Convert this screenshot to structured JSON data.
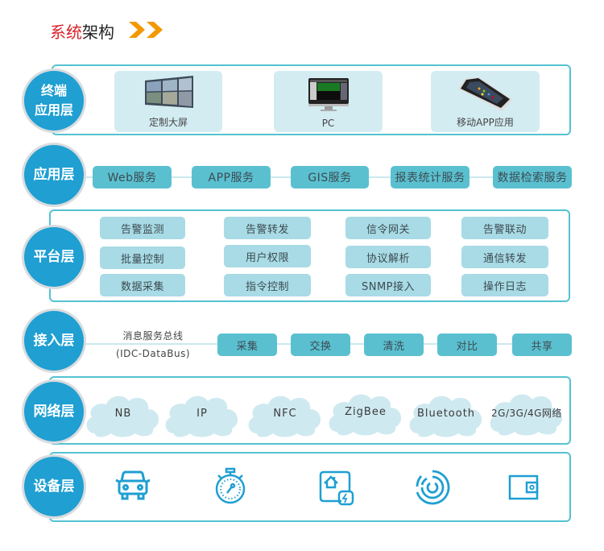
{
  "header": {
    "title_red": "系统",
    "title_black": "架构",
    "chevron_color": "#f39800"
  },
  "colors": {
    "accent": "#1f9fd2",
    "panel_border": "#55c2d1",
    "pill": "#5ac0d0",
    "pill_light": "#a8dbe5",
    "card_bg": "#d3ecf2",
    "title_red": "#d7232a"
  },
  "layers": {
    "terminal": {
      "label_line1": "终端",
      "label_line2": "应用层",
      "devices": [
        {
          "label": "定制大屏",
          "icon": "video-wall-icon"
        },
        {
          "label": "PC",
          "icon": "pc-monitor-icon"
        },
        {
          "label": "移动APP应用",
          "icon": "smartphone-icon"
        }
      ]
    },
    "application": {
      "label": "应用层",
      "services": [
        "Web服务",
        "APP服务",
        "GIS服务",
        "报表统计服务",
        "数据检索服务"
      ]
    },
    "platform": {
      "label": "平台层",
      "columns": [
        [
          "告警监测",
          "批量控制",
          "数据采集"
        ],
        [
          "告警转发",
          "用户权限",
          "指令控制"
        ],
        [
          "信令网关",
          "协议解析",
          "SNMP接入"
        ],
        [
          "告警联动",
          "通信转发",
          "操作日志"
        ]
      ]
    },
    "access": {
      "label": "接入层",
      "bus_line1": "消息服务总线",
      "bus_line2": "(IDC-DataBus)",
      "steps": [
        "采集",
        "交换",
        "清洗",
        "对比",
        "共享"
      ]
    },
    "network": {
      "label": "网络层",
      "protocols": [
        "NB",
        "IP",
        "NFC",
        "ZigBee",
        "Bluetooth",
        "2G/3G/4G网络"
      ]
    },
    "device": {
      "label": "设备层",
      "icons": [
        "car-icon",
        "stopwatch-icon",
        "smart-home-icon",
        "sensor-rings-icon",
        "wallet-icon"
      ]
    }
  }
}
